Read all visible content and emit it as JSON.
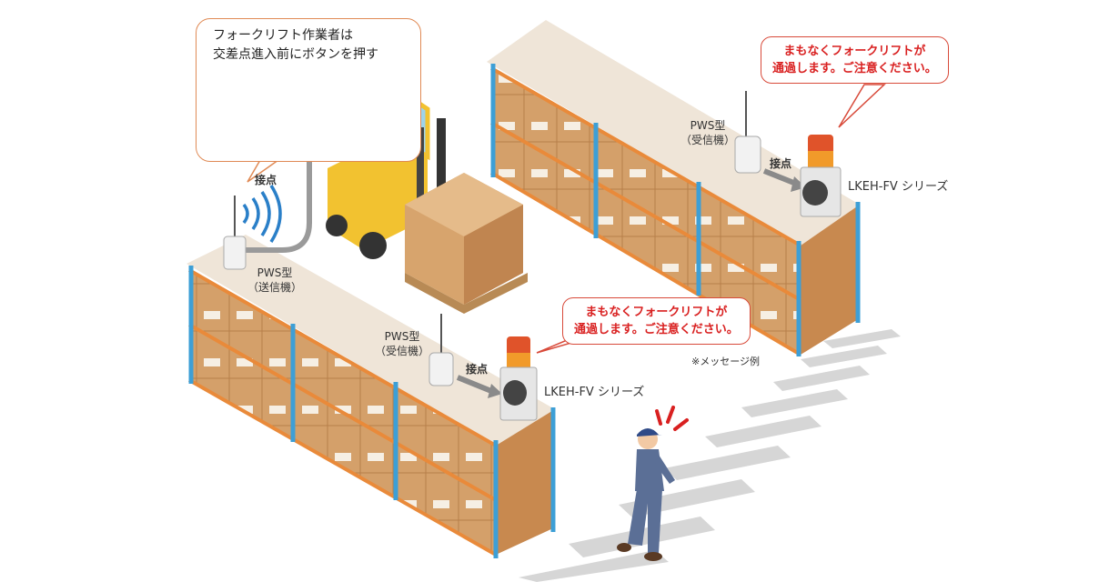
{
  "instruction_bubble": {
    "line1": "フォークリフト作業者は",
    "line2": "交差点進入前にボタンを押す"
  },
  "labels": {
    "contact_top": "接点",
    "transmitter_line1": "PWS型",
    "transmitter_line2": "（送信機）",
    "receiver_line1": "PWS型",
    "receiver_line2": "（受信機）",
    "contact": "接点",
    "series": "LKEH-FV シリーズ",
    "message_example": "※メッセージ例"
  },
  "alert_message": {
    "line1": "まもなくフォークリフトが",
    "line2": "通過します。ご注意ください。"
  },
  "colors": {
    "shelf_post": "#3d9fd6",
    "shelf_beam": "#e98a3a",
    "box": "#d4a06a",
    "alert_text": "#d92020",
    "bubble_border": "#e08a55",
    "forklift": "#f2c230"
  },
  "icons": [
    "push-button-icon",
    "radio-wave-icon",
    "transmitter-icon",
    "receiver-icon",
    "signal-tower-icon",
    "forklift-icon",
    "worker-icon"
  ]
}
